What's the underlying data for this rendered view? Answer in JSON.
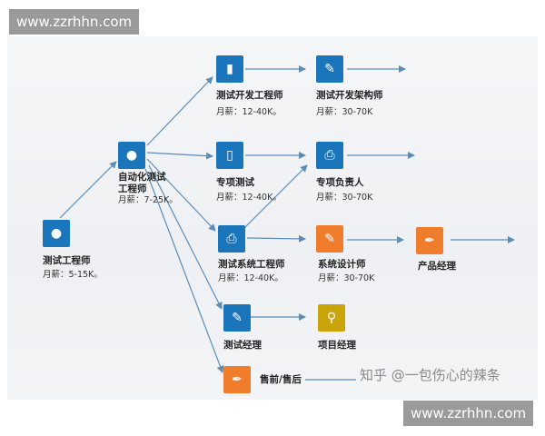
{
  "watermark": {
    "top": "www.zzrhhn.com",
    "bottom": "www.zzrhhn.com"
  },
  "credit": "知乎 @一包伤心的辣条",
  "nodes": {
    "test_engineer": {
      "title": "测试工程师",
      "salary": "月薪：5-15K。",
      "color": "#1b75bb",
      "icon": "dot-icon"
    },
    "automation_engineer": {
      "title_line1": "自动化测试",
      "title_line2": "工程师",
      "salary": "月薪：7-25K。",
      "color": "#1b75bb",
      "icon": "dot-icon"
    },
    "test_dev_engineer": {
      "title": "测试开发工程师",
      "salary": "月薪：12-40K。",
      "color": "#1b75bb",
      "icon": "tag-icon"
    },
    "test_dev_architect": {
      "title": "测试开发架构师",
      "salary": "月薪：30-70K",
      "color": "#1b75bb",
      "icon": "wrench-icon"
    },
    "special_testing": {
      "title": "专项测试",
      "salary": "月薪：12-40K。",
      "color": "#1b75bb",
      "icon": "battery-icon"
    },
    "special_lead": {
      "title": "专项负责人",
      "salary": "月薪：30-70K",
      "color": "#1b75bb",
      "icon": "printer-icon"
    },
    "test_system_engineer": {
      "title": "测试系统工程师",
      "salary": "月薪：12-40K。",
      "color": "#1b75bb",
      "icon": "printer-icon"
    },
    "system_designer": {
      "title": "系统设计师",
      "salary": "月薪：30-70K",
      "color": "#ef7d2c",
      "icon": "pencil-icon"
    },
    "product_manager": {
      "title": "产品经理",
      "color": "#ef7d2c",
      "icon": "pen-nib-icon"
    },
    "test_manager": {
      "title": "测试经理",
      "color": "#1b75bb",
      "icon": "wrench-icon"
    },
    "project_manager": {
      "title": "项目经理",
      "color": "#c9a50a",
      "icon": "magnifier-icon"
    },
    "presales_aftersales": {
      "title": "售前/售后",
      "color": "#ef7d2c",
      "icon": "pen-nib-icon"
    }
  },
  "colors": {
    "arrow": "#5b8db8",
    "blue": "#1b75bb",
    "orange": "#ef7d2c",
    "gold": "#c9a50a"
  }
}
